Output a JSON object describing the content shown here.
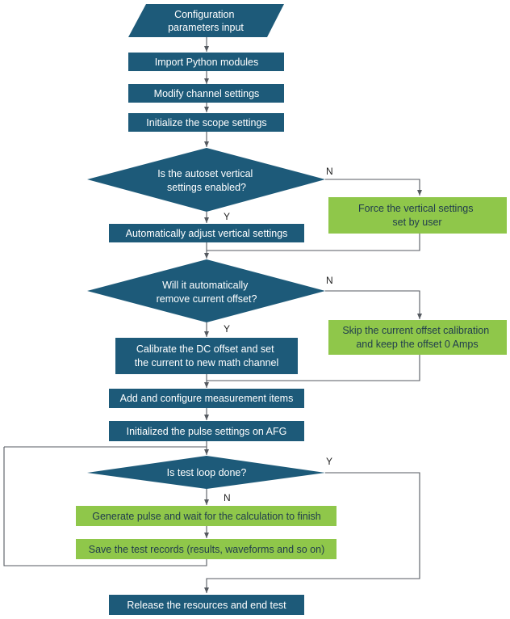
{
  "colors": {
    "blue": "#1d5a79",
    "green": "#8fc74a",
    "line": "#555a60"
  },
  "nodes": {
    "start": [
      "Configuration",
      "parameters input"
    ],
    "import": [
      "Import Python modules"
    ],
    "modify": [
      "Modify channel settings"
    ],
    "init_scope": [
      "Initialize the scope settings"
    ],
    "q_autoset": [
      "Is the autoset vertical",
      "settings enabled?"
    ],
    "force": [
      "Force the vertical settings",
      "set by user"
    ],
    "auto_adjust": [
      "Automatically adjust vertical settings"
    ],
    "q_offset": [
      "Will it automatically",
      "remove current offset?"
    ],
    "skip": [
      "Skip the current offset calibration",
      "and keep the offset 0 Amps"
    ],
    "calibrate": [
      "Calibrate the DC offset and set",
      "the current to new math channel"
    ],
    "measure": [
      "Add and configure measurement items"
    ],
    "init_pulse": [
      "Initialized the pulse settings on AFG"
    ],
    "q_loop": [
      "Is test loop done?"
    ],
    "generate": [
      "Generate pulse and wait for the calculation to finish"
    ],
    "save": [
      "Save the test records (results, waveforms and so on)"
    ],
    "release": [
      "Release the resources and end test"
    ]
  },
  "labels": {
    "n1": "N",
    "y1": "Y",
    "n2": "N",
    "y2": "Y",
    "y3": "Y",
    "n3": "N"
  }
}
